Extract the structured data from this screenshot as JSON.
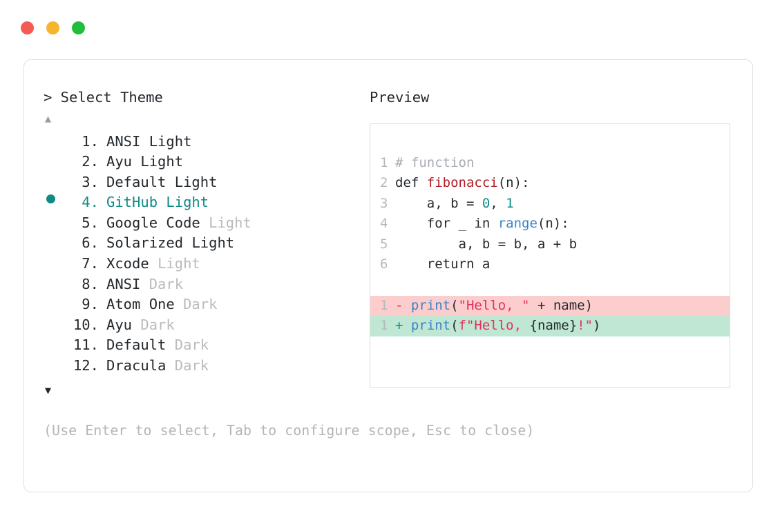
{
  "window": {
    "dots": [
      {
        "name": "close",
        "color": "#f45b53"
      },
      {
        "name": "minimize",
        "color": "#f5b52c"
      },
      {
        "name": "maximize",
        "color": "#22bd3c"
      }
    ]
  },
  "accent_color": "#0e8a87",
  "prompt": {
    "label": "> Select Theme"
  },
  "scroll": {
    "up_glyph": "▲",
    "down_glyph": "▼"
  },
  "selected_index": 4,
  "bullet_glyph": "●",
  "themes": [
    {
      "num": " 1.",
      "name": "ANSI",
      "suffix": "Light",
      "suffix_dim": false,
      "selected": false
    },
    {
      "num": " 2.",
      "name": "Ayu",
      "suffix": "Light",
      "suffix_dim": false,
      "selected": false
    },
    {
      "num": " 3.",
      "name": "Default",
      "suffix": "Light",
      "suffix_dim": false,
      "selected": false
    },
    {
      "num": " 4.",
      "name": "GitHub",
      "suffix": "Light",
      "suffix_dim": false,
      "selected": true
    },
    {
      "num": " 5.",
      "name": "Google Code",
      "suffix": "Light",
      "suffix_dim": true,
      "selected": false
    },
    {
      "num": " 6.",
      "name": "Solarized",
      "suffix": "Light",
      "suffix_dim": false,
      "selected": false
    },
    {
      "num": " 7.",
      "name": "Xcode",
      "suffix": "Light",
      "suffix_dim": true,
      "selected": false
    },
    {
      "num": " 8.",
      "name": "ANSI",
      "suffix": "Dark",
      "suffix_dim": true,
      "selected": false
    },
    {
      "num": " 9.",
      "name": "Atom One",
      "suffix": "Dark",
      "suffix_dim": true,
      "selected": false
    },
    {
      "num": "10.",
      "name": "Ayu",
      "suffix": "Dark",
      "suffix_dim": true,
      "selected": false
    },
    {
      "num": "11.",
      "name": "Default",
      "suffix": "Dark",
      "suffix_dim": true,
      "selected": false
    },
    {
      "num": "12.",
      "name": "Dracula",
      "suffix": "Dark",
      "suffix_dim": true,
      "selected": false
    }
  ],
  "preview": {
    "title": "Preview",
    "code_lines": [
      {
        "ln": "1",
        "tokens": [
          {
            "t": "# function",
            "c": "comment"
          }
        ]
      },
      {
        "ln": "2",
        "tokens": [
          {
            "t": "def ",
            "c": "kw"
          },
          {
            "t": "fibonacci",
            "c": "fn"
          },
          {
            "t": "(n):",
            "c": "plain"
          }
        ]
      },
      {
        "ln": "3",
        "tokens": [
          {
            "t": "    a, b = ",
            "c": "plain"
          },
          {
            "t": "0",
            "c": "num"
          },
          {
            "t": ", ",
            "c": "plain"
          },
          {
            "t": "1",
            "c": "num"
          }
        ]
      },
      {
        "ln": "4",
        "tokens": [
          {
            "t": "    for _ in ",
            "c": "plain"
          },
          {
            "t": "range",
            "c": "builtin"
          },
          {
            "t": "(n):",
            "c": "plain"
          }
        ]
      },
      {
        "ln": "5",
        "tokens": [
          {
            "t": "        a, b = b, a + b",
            "c": "plain"
          }
        ]
      },
      {
        "ln": "6",
        "tokens": [
          {
            "t": "    return a",
            "c": "plain"
          }
        ]
      }
    ],
    "diff_lines": [
      {
        "ln": "1",
        "kind": "del",
        "bg": "#fbcdcd",
        "tokens": [
          {
            "t": "- ",
            "c": "minus"
          },
          {
            "t": "print",
            "c": "builtin"
          },
          {
            "t": "(",
            "c": "plain"
          },
          {
            "t": "\"Hello, \"",
            "c": "str"
          },
          {
            "t": " + name)",
            "c": "plain"
          }
        ]
      },
      {
        "ln": "1",
        "kind": "add",
        "bg": "#bfe7d3",
        "tokens": [
          {
            "t": "+ ",
            "c": "plus"
          },
          {
            "t": "print",
            "c": "builtin"
          },
          {
            "t": "(",
            "c": "plain"
          },
          {
            "t": "f\"Hello, ",
            "c": "str"
          },
          {
            "t": "{name}",
            "c": "plain"
          },
          {
            "t": "!\"",
            "c": "str"
          },
          {
            "t": ")",
            "c": "plain"
          }
        ]
      }
    ]
  },
  "hint": "(Use Enter to select, Tab to configure scope, Esc to close)"
}
